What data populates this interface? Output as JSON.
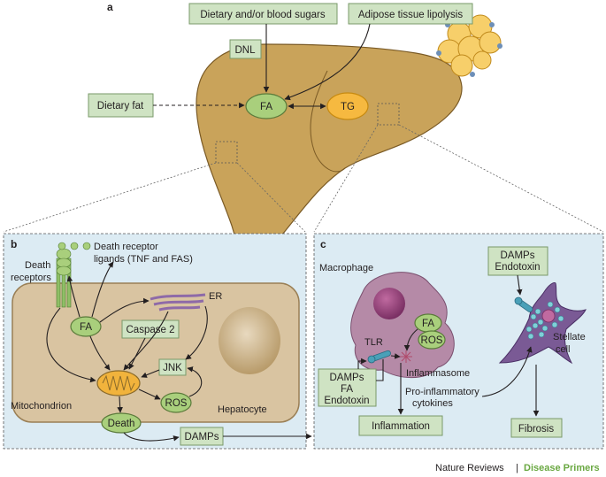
{
  "panels": {
    "a": "a",
    "b": "b",
    "c": "c"
  },
  "panel_a": {
    "dietary_sugars": "Dietary and/or blood sugars",
    "adipose_lipolysis": "Adipose tissue lipolysis",
    "dnl": "DNL",
    "dietary_fat": "Dietary fat",
    "fa": "FA",
    "tg": "TG"
  },
  "panel_b": {
    "death_receptors": [
      "Death",
      "receptors"
    ],
    "death_receptor_ligands": [
      "Death receptor",
      "ligands (TNF and FAS)"
    ],
    "fa": "FA",
    "er": "ER",
    "caspase2": "Caspase 2",
    "jnk": "JNK",
    "ros": "ROS",
    "mitochondrion": "Mitochondrion",
    "death": "Death",
    "hepatocyte": "Hepatocyte",
    "damps": "DAMPs"
  },
  "panel_c": {
    "macrophage": "Macrophage",
    "fa": "FA",
    "ros": "ROS",
    "tlr": "TLR",
    "inflammasome": "Inflammasome",
    "damps_box": [
      "DAMPs",
      "FA",
      "Endotoxin"
    ],
    "pro_inflammatory": [
      "Pro-inflammatory",
      "cytokines"
    ],
    "inflammation": "Inflammation",
    "damps_endotoxin": [
      "DAMPs",
      "Endotoxin"
    ],
    "stellate": [
      "Stellate",
      "cell"
    ],
    "fibrosis": "Fibrosis"
  },
  "footer": {
    "journal": "Nature Reviews",
    "separator": "|",
    "series": "Disease Primers"
  },
  "colors": {
    "liver": "#c9a35a",
    "panel_bg": "#dcebf3",
    "green_box": "#cfe3c3",
    "fa_node": "#a9cf7c",
    "tg_node": "#f6b940",
    "cell_fill": "#d9c4a1",
    "macrophage": "#b58aa7",
    "stellate": "#7a5a95",
    "footer_green": "#6aa842"
  },
  "icons": [
    "adipose-cells-icon",
    "er-icon",
    "mitochondrion-icon",
    "death-receptor-icon",
    "inflammasome-icon",
    "tlr-icon"
  ]
}
